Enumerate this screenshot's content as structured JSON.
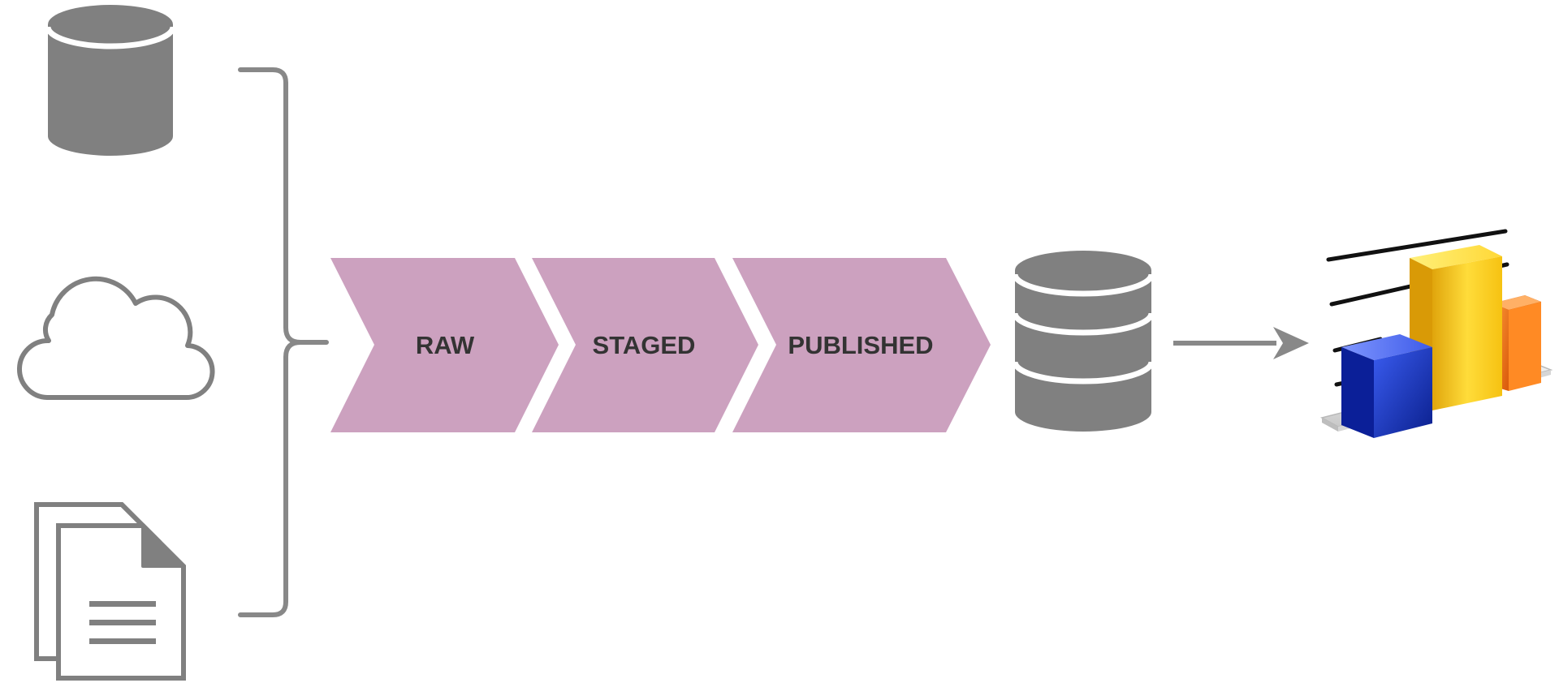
{
  "pipeline": {
    "stages": [
      {
        "label": "RAW"
      },
      {
        "label": "STAGED"
      },
      {
        "label": "PUBLISHED"
      }
    ]
  },
  "sources": [
    {
      "icon": "database-icon"
    },
    {
      "icon": "cloud-icon"
    },
    {
      "icon": "documents-icon"
    }
  ],
  "output": {
    "store_icon": "stacked-database-icon",
    "report_icon": "bar-chart-3d-icon"
  },
  "colors": {
    "chevron_fill": "#cca1bf",
    "icon_gray": "#808080",
    "connector_gray": "#888888",
    "label_text": "#333333",
    "bar_blue": "#1f3fd0",
    "bar_yellow": "#f5c71a",
    "bar_orange": "#f07a1a"
  }
}
